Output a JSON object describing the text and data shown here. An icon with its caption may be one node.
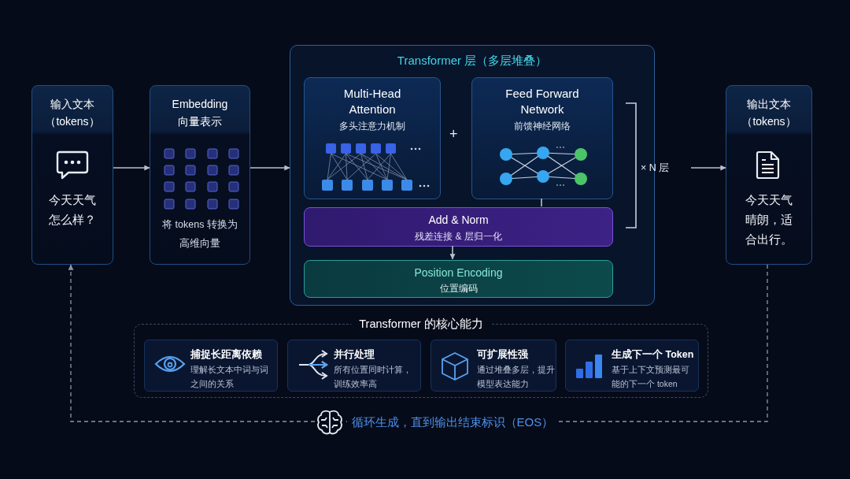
{
  "diagram": {
    "nodes": [
      {
        "text": [
          "输入文本（tokens）",
          "今天天气怎么样？"
        ]
      },
      {
        "text": [
          "Embedding 向量表示",
          "将 tokens 转换为高维向量"
        ]
      },
      {
        "text": [
          "Transformer 层（多层堆叠）"
        ]
      },
      {
        "text": [
          "Multi-Head Attention",
          "多头注意力机制"
        ],
        "in": 2
      },
      {
        "text": [
          "Feed Forward Network",
          "前馈神经网络"
        ],
        "in": 2
      },
      {
        "text": [
          "Add & Norm",
          "残差连接 & 层归一化"
        ],
        "in": 2
      },
      {
        "text": [
          "Position Encoding",
          "位置编码"
        ],
        "in": 2
      },
      {
        "text": [
          "输出文本（tokens）",
          "今天天气晴朗，适合出行。"
        ]
      },
      {
        "text": [
          "Transformer 的核心能力"
        ]
      },
      {
        "text": [
          "捕捉长距离依赖",
          "理解长文本中词与词之间的关系"
        ],
        "in": 8
      },
      {
        "text": [
          "并行处理",
          "所有位置同时计算，训练效率高"
        ],
        "in": 8
      },
      {
        "text": [
          "可扩展性强",
          "通过堆叠多层，提升模型表达能力"
        ],
        "in": 8
      },
      {
        "text": [
          "生成下一个 Token",
          "基于上下文预测最可能的下一个 token"
        ],
        "in": 8
      }
    ],
    "edges": [
      {
        "from": 0,
        "to": 1,
        "arrow": "to"
      },
      {
        "from": 1,
        "to": 2,
        "arrow": "to"
      },
      {
        "from": null,
        "to": 7,
        "arrow": "to"
      },
      {
        "from": 4,
        "to": 5,
        "arrow": "none"
      },
      {
        "from": 5,
        "to": 6,
        "arrow": "to"
      },
      {
        "from": 7,
        "to": 0,
        "arrow": "to",
        "style": "dashed",
        "label": "循环生成，直到输出结束标识（EOS）"
      }
    ],
    "labels": [
      "+",
      "× N 层"
    ]
  }
}
